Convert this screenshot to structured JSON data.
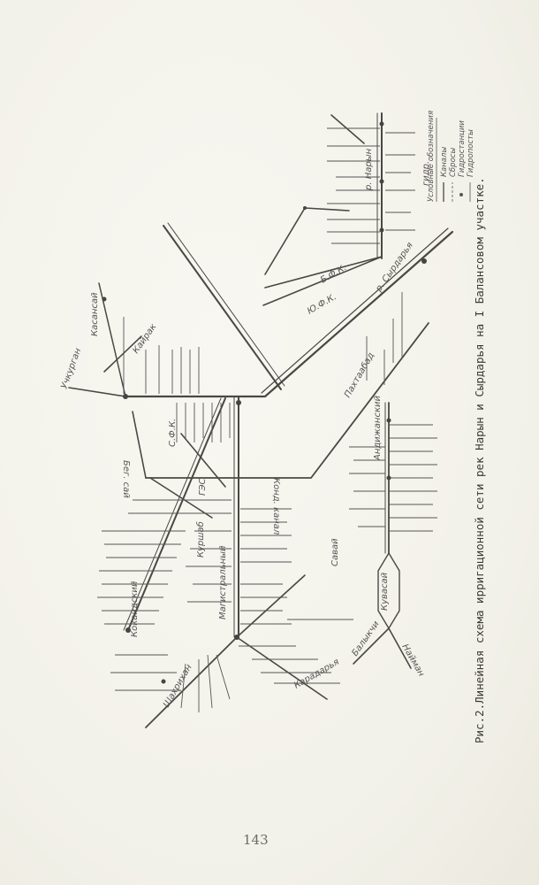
{
  "figure": {
    "caption": "Рис.2.Линейная схема ирригационной сети рек Нарын  и Сырдарья на I Балансовом участке.",
    "page_number": "143"
  },
  "legend": {
    "title": "Условные обозначения",
    "items": [
      "Каналы",
      "Сбросы",
      "Гидростанции",
      "Гидропосты"
    ]
  },
  "labels": {
    "naryn": "р. Нарын",
    "syrdarya": "р. Сырдарья",
    "bfk": "Б.Ф.К.",
    "sfk": "С.Ф.К.",
    "yufk": "Ю.Ф.К.",
    "uchkurgan": "Учкурган",
    "andijan": "Андижанский",
    "kuvasai": "Кувасай",
    "kokand": "Кокандский",
    "kurshab": "Куршаб",
    "shahrikhan": "Шахрихан",
    "mazhazi": "Магистральный",
    "syr_ges": "ГЭС",
    "konds": "Конд. канал",
    "beg": "Бег. сай",
    "kasan": "Касансай",
    "balyk": "Балыкчи",
    "naiman": "Найман",
    "karadarya": "Карадарья",
    "r_gidro": "гидр.",
    "kayrak": "Кайрак",
    "savai": "Савай",
    "pakhtaabad": "Пахтаабад"
  }
}
